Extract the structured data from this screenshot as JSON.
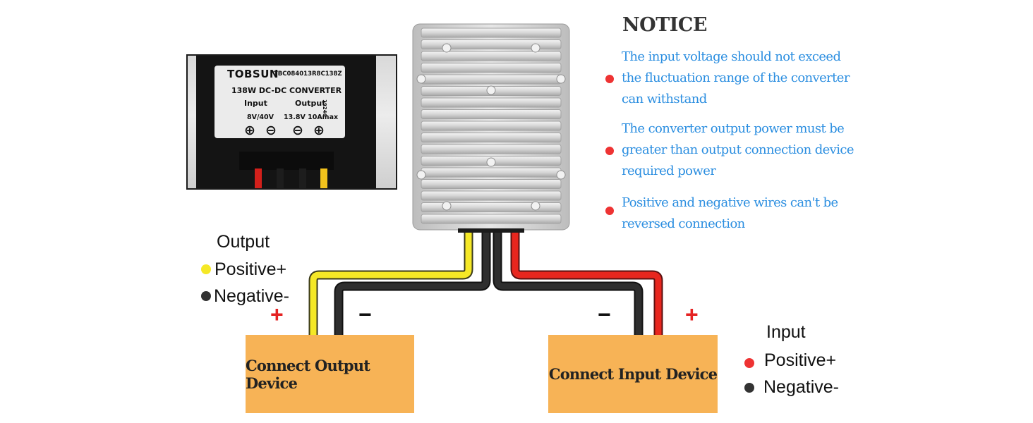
{
  "inset_label": {
    "brand": "TOBSUN",
    "model": "TBC084013R8C138Z",
    "title": "138W DC-DC CONVERTER",
    "input_header": "Input",
    "output_header": "Output",
    "input_value": "8V/40V",
    "output_value": "13.8V 10Amax",
    "code": "19246",
    "terminals": [
      "⊕",
      "⊖",
      "⊖",
      "⊕"
    ]
  },
  "notice": {
    "title": "NOTICE",
    "items": [
      {
        "lines": [
          "The input voltage  should not exceed",
          "the fluctuation range of the converter",
          "can withstand"
        ]
      },
      {
        "lines": [
          "The converter output power must be",
          "greater than output connection device",
          "required power"
        ]
      },
      {
        "lines": [
          "Positive and negative wires can't be",
          "reversed connection"
        ]
      }
    ]
  },
  "output_legend": {
    "title": "Output",
    "positive": "Positive+",
    "negative": "Negative-"
  },
  "input_legend": {
    "title": "Input",
    "positive": "Positive+",
    "negative": "Negative-"
  },
  "devices": {
    "output": "Connect Output Device",
    "input": "Connect Input Device"
  },
  "signs": {
    "plus": "+",
    "minus": "−"
  },
  "colors": {
    "positive_out": "#f5e826",
    "positive_in": "#e8261e",
    "negative": "#222222",
    "device": "#f7b356",
    "notice_text": "#2b8ee0",
    "bullet": "#ee3333"
  }
}
